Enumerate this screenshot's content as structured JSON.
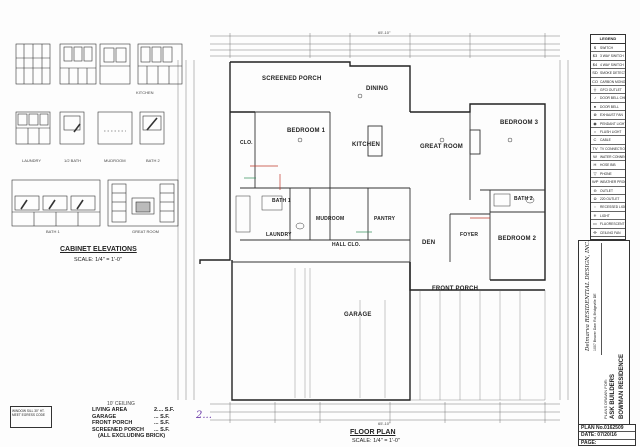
{
  "elevations": {
    "title": "CABINET ELEVATIONS",
    "scale": "SCALE: 1/4\" = 1'-0\"",
    "labels": {
      "kitchen": "KITCHEN",
      "laundry": "LAUNDRY",
      "half_bath": "1/2 BATH",
      "mudroom": "MUDROOM",
      "bath2": "BATH 2",
      "bath1": "BATH 1",
      "great_room": "GREAT ROOM"
    }
  },
  "plan": {
    "title": "FLOOR PLAN",
    "scale": "SCALE: 1/4\" = 1'-0\"",
    "rooms": {
      "screened_porch": "SCREENED PORCH",
      "dining": "DINING",
      "bedroom1": "BEDROOM 1",
      "kitchen": "KITCHEN",
      "great_room": "GREAT ROOM",
      "bedroom3": "BEDROOM 3",
      "clo": "CLO.",
      "bath1": "BATH 1",
      "mudroom": "MUDROOM",
      "pantry": "PANTRY",
      "laundry": "LAUNDRY",
      "hall_clo": "HALL CLO.",
      "den": "DEN",
      "foyer": "FOYER",
      "bedroom2": "BEDROOM 2",
      "bath2": "BATH 2",
      "front_porch": "FRONT PORCH",
      "garage": "GARAGE"
    },
    "overall_dim": "65'-10\"",
    "bottom_dim": "65'-10\""
  },
  "areas": {
    "ceiling_note": "10' CEILING",
    "rows": [
      {
        "label": "LIVING AREA",
        "value": "2.... S.F."
      },
      {
        "label": "GARAGE",
        "value": "... S.F."
      },
      {
        "label": "FRONT PORCH",
        "value": "... S.F."
      },
      {
        "label": "SCREENED PORCH",
        "value": "... S.F."
      }
    ],
    "note": "(ALL EXCLUDING BRICK)",
    "handwritten": "2...",
    "window_note": "WINDOW SILL 30\" HT. MEET EGRESS CODE"
  },
  "legend": {
    "title": "LEGEND",
    "items": [
      "SWITCH",
      "3 WAY SWITCH",
      "4 WAY SWITCH",
      "SMOKE DETECTOR",
      "CARBON MONOXIDE DET.",
      "GFCI OUTLET",
      "DOOR BELL CHIMES",
      "DOOR BELL",
      "EXHAUST FAN",
      "PENDANT LIGHT",
      "FLUSH LIGHT",
      "CABLE",
      "TV CONNECTION",
      "WATER CONNECTION",
      "HOSE BIB",
      "PHONE",
      "WEATHER PROOF PLUG",
      "OUTLET",
      "220 OUTLET",
      "RECESSED LIGHT",
      "LIGHT",
      "FLUORESCENT LIGHT",
      "CEILING FAN"
    ]
  },
  "title_block": {
    "firm": "Delmarva RESIDENTIAL DESIGN, INC.",
    "firm_sub": "1007 Beaver Dam Rd, Bridgeville DE",
    "drawn_by": "PLANS DRAWN FOR:",
    "builder": "ASK BUILDERS",
    "residence": "BOWMAN RESIDENCE",
    "plan_no": "PLAN No.0162509",
    "date": "DATE: 07/20/16",
    "page": "PAGE:"
  }
}
